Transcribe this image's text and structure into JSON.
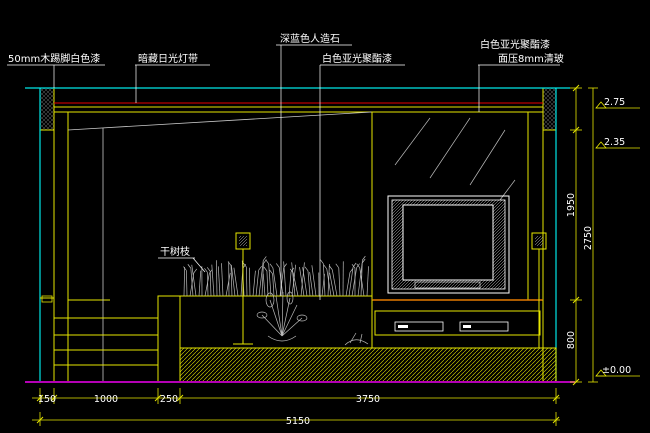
{
  "colors": {
    "background": "#000000",
    "yellow": "#e6e600",
    "cyan": "#00e6e6",
    "white": "#ffffff",
    "magenta": "#b400b4",
    "red": "#e60000",
    "green": "#00c800",
    "grey": "#8c8c8c"
  },
  "annotations": {
    "skirting": "50mm木踢脚白色漆",
    "hidden_light": "暗藏日光灯带",
    "dark_blue_stone": "深蓝色人造石",
    "white_matte_paint": "白色亚光聚酯漆",
    "white_matte_paint_2_line1": "白色亚光聚酯漆",
    "white_matte_paint_2_line2": "面压8mm清玻",
    "dry_branches": "干树枝"
  },
  "levels": {
    "top": "2.75",
    "ceiling": "2.35",
    "floor": "±0.00"
  },
  "right_dimensions": {
    "upper": "1950",
    "total": "2750",
    "lower": "800"
  },
  "bottom_dimensions": {
    "seg1": "150",
    "seg2": "1000",
    "seg3": "250",
    "seg4": "3750",
    "total": "5150"
  }
}
